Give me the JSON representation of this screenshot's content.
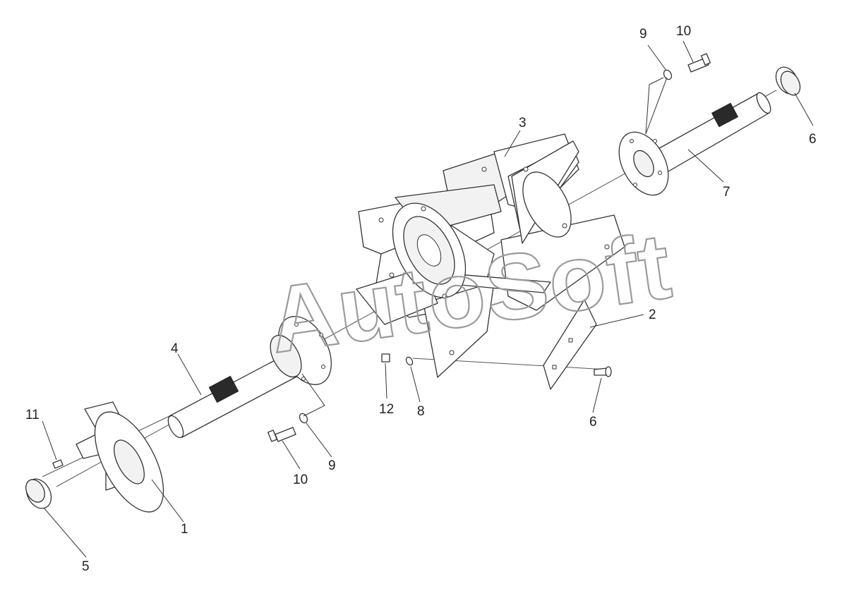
{
  "watermark": "AutoSoft",
  "callouts": [
    {
      "id": "c1",
      "label": "1"
    },
    {
      "id": "c2",
      "label": "2"
    },
    {
      "id": "c3",
      "label": "3"
    },
    {
      "id": "c4",
      "label": "4"
    },
    {
      "id": "c5",
      "label": "5"
    },
    {
      "id": "c6a",
      "label": "6"
    },
    {
      "id": "c6b",
      "label": "6"
    },
    {
      "id": "c7",
      "label": "7"
    },
    {
      "id": "c8",
      "label": "8"
    },
    {
      "id": "c9a",
      "label": "9"
    },
    {
      "id": "c9b",
      "label": "9"
    },
    {
      "id": "c10a",
      "label": "10"
    },
    {
      "id": "c10b",
      "label": "10"
    },
    {
      "id": "c11",
      "label": "11"
    },
    {
      "id": "c12",
      "label": "12"
    }
  ]
}
